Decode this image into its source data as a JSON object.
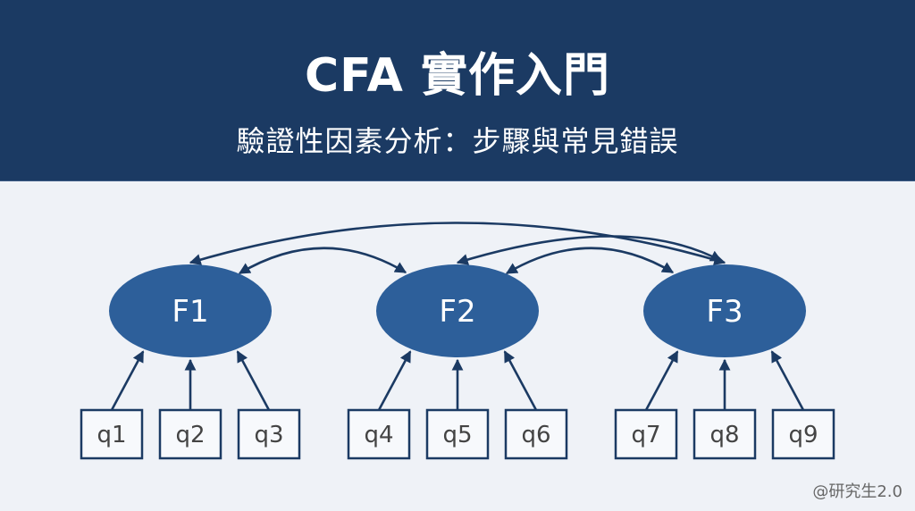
{
  "header": {
    "title": "CFA 實作入門",
    "subtitle": "驗證性因素分析：步驟與常見錯誤"
  },
  "diagram": {
    "colors": {
      "header_bg": "#1b3a63",
      "factor_fill": "#2d5f9a",
      "line": "#1b3a63",
      "background": "#eff2f7"
    },
    "factors": [
      {
        "id": "F1",
        "label": "F1",
        "items": [
          "q1",
          "q2",
          "q3"
        ]
      },
      {
        "id": "F2",
        "label": "F2",
        "items": [
          "q4",
          "q5",
          "q6"
        ]
      },
      {
        "id": "F3",
        "label": "F3",
        "items": [
          "q7",
          "q8",
          "q9"
        ]
      }
    ],
    "covariances": [
      {
        "from": "F1",
        "to": "F2"
      },
      {
        "from": "F2",
        "to": "F3"
      },
      {
        "from": "F1",
        "to": "F3"
      },
      {
        "from": "F2",
        "to": "F3",
        "outer": true
      }
    ]
  },
  "watermark": "@研究生2.0"
}
